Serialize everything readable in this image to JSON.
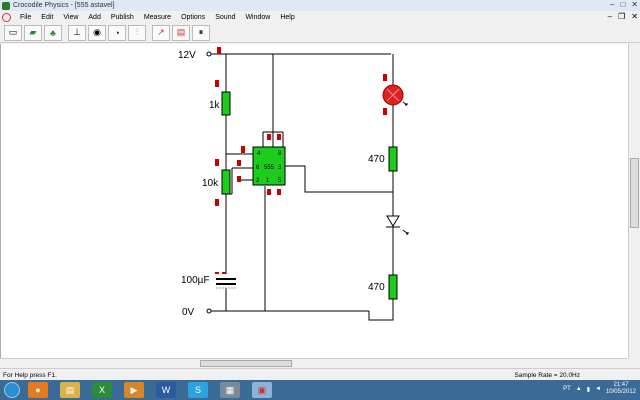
{
  "window": {
    "title": "Crocodile Physics - [555 astavel]"
  },
  "menu": [
    "File",
    "Edit",
    "View",
    "Add",
    "Publish",
    "Measure",
    "Options",
    "Sound",
    "Window",
    "Help"
  ],
  "toolbar": [
    "new-icon",
    "open-icon",
    "library-icon",
    "component-icon",
    "record-icon",
    "meter-icon",
    "battery-icon",
    "pointer-icon",
    "graph-icon",
    "stop-icon"
  ],
  "circuit": {
    "supply_label": "12V",
    "ground_label": "0V",
    "r1_label": "1k",
    "r2_label": "10k",
    "c_label": "100µF",
    "chip_label": "555",
    "r3_label": "470",
    "r4_label": "470",
    "pins": [
      "4",
      "8",
      "6",
      "3",
      "2",
      "1",
      "5"
    ],
    "colors": {
      "component": "#1ecc1e",
      "wire": "#000000",
      "probe": "#cc0000",
      "lamp": "#dd2222"
    }
  },
  "status": {
    "help": "For Help press F1.",
    "sample_rate": "Sample Rate = 20.0Hz"
  },
  "taskbar": {
    "apps": [
      "firefox-icon",
      "explorer-icon",
      "excel-icon",
      "media-icon",
      "word-icon",
      "skype-icon",
      "calculator-icon",
      "crocodile-icon"
    ],
    "language": "PT",
    "time": "21:47",
    "date": "10/05/2012"
  }
}
